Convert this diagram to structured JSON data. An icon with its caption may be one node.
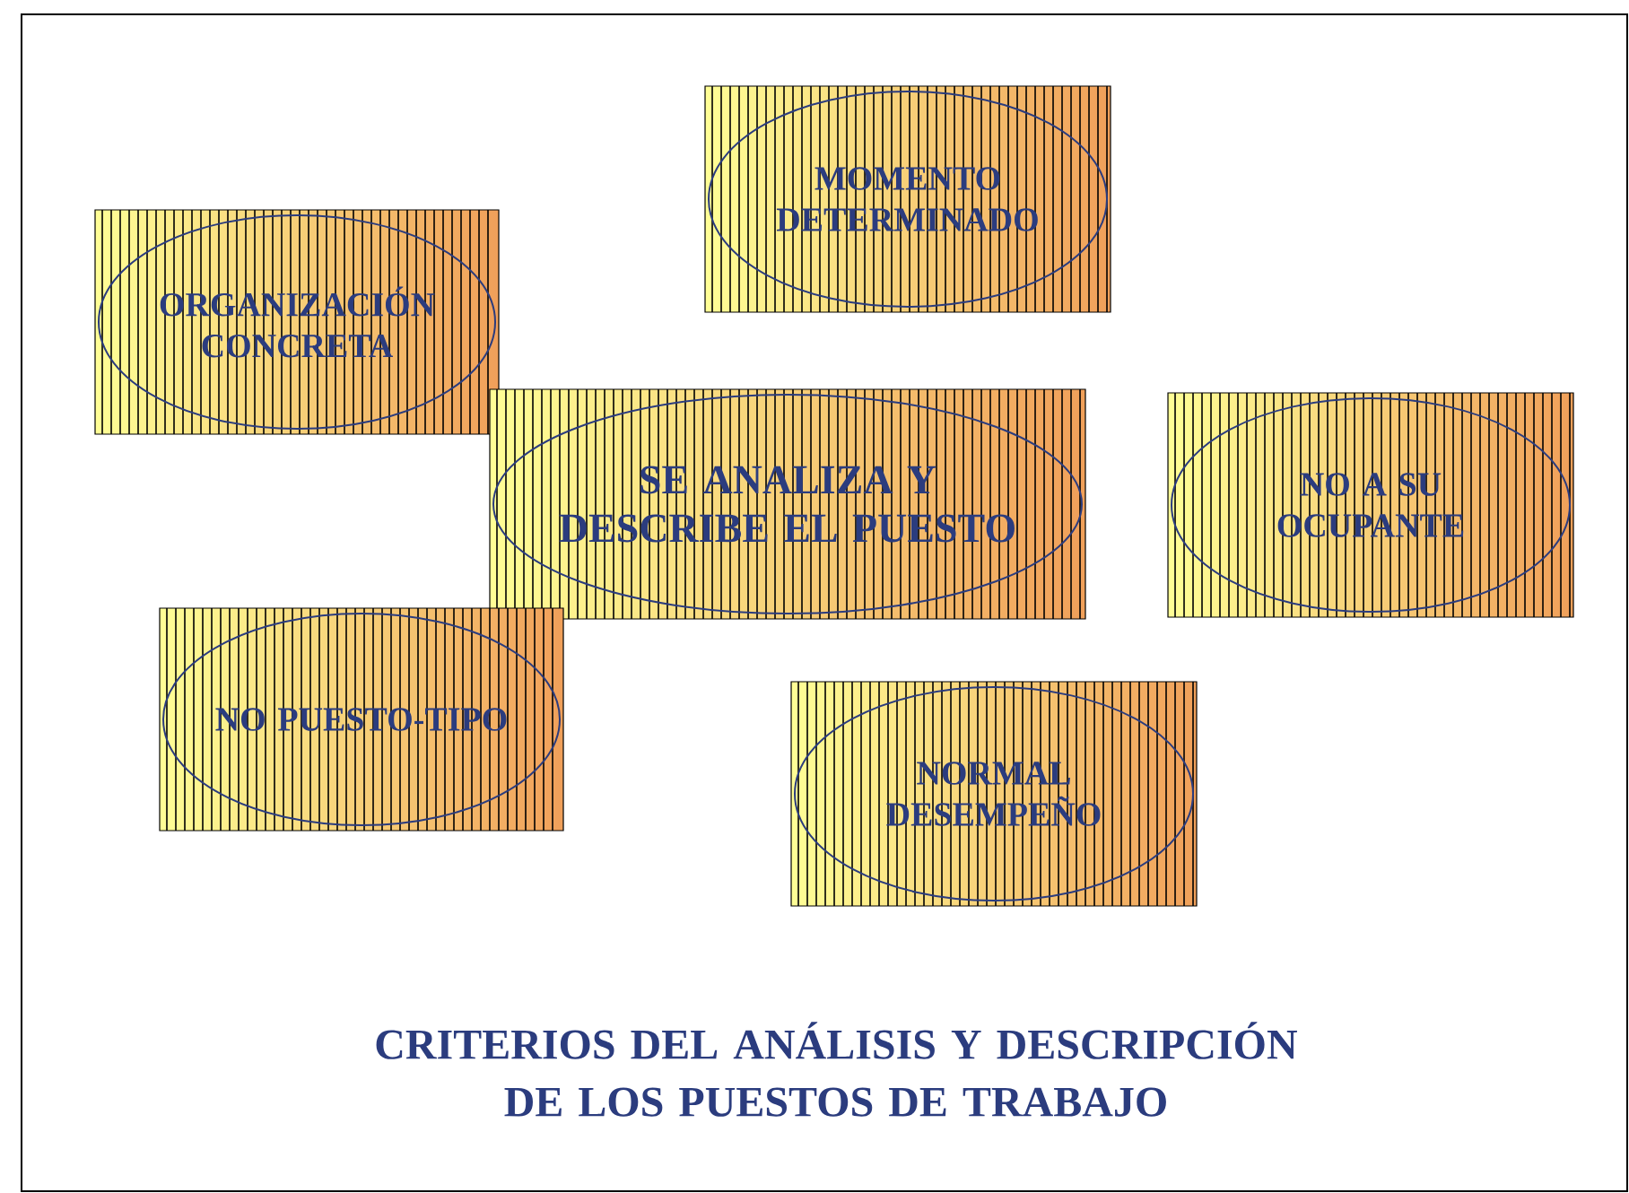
{
  "diagram": {
    "caption": "CRITERIOS DEL ANÁLISIS Y DESCRIPCIÓN DE LOS PUESTOS DE TRABAJO",
    "nodes": [
      {
        "text": [
          "MOMENTO DETERMINADO"
        ]
      },
      {
        "text": [
          "ORGANIZACIÓN CONCRETA"
        ]
      },
      {
        "text": [
          "SE ANALIZA Y DESCRIBE EL PUESTO"
        ]
      },
      {
        "text": [
          "NO A SU OCUPANTE"
        ]
      },
      {
        "text": [
          "NO PUESTO-TIPO"
        ]
      },
      {
        "text": [
          "NORMAL DESEMPEÑO"
        ]
      }
    ]
  }
}
